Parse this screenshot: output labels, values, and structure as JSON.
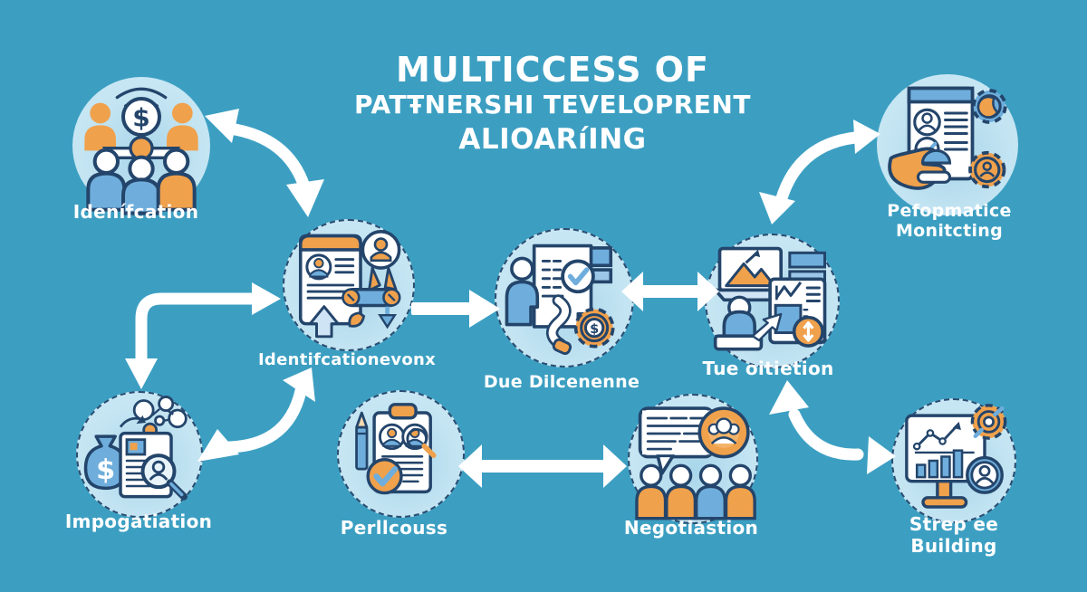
{
  "title": {
    "line1": "MULTICCESS OF",
    "line2": "PATŦNERSHI TEVELOPRENT",
    "line3": "ALIOARíING"
  },
  "nodes": [
    {
      "id": "identification",
      "label": "Idenífcation",
      "icon": "team-money-meeting-icon"
    },
    {
      "id": "performance-monitoring",
      "label": "Pefopmatice Monitcting",
      "icon": "document-hand-gears-icon"
    },
    {
      "id": "identifcationevonx",
      "label": "Identifcationevonx",
      "icon": "profile-document-badge-icon"
    },
    {
      "id": "due-diligence",
      "label": "Due Dilcenenne",
      "icon": "checklist-person-money-gear-icon"
    },
    {
      "id": "tue-oitietion",
      "label": "Tue oitietion",
      "icon": "analyst-charts-document-icon"
    },
    {
      "id": "impogatiation",
      "label": "Impogatiation",
      "icon": "moneybag-document-magnifier-icon"
    },
    {
      "id": "perllcouss",
      "label": "Perllcouss",
      "icon": "clipboard-review-check-icon"
    },
    {
      "id": "negotiastion",
      "label": "Negotiastion",
      "icon": "speech-bubble-group-icon"
    },
    {
      "id": "strep-ee-building",
      "label": "Strep ee Building",
      "icon": "dashboard-gear-avatar-icon"
    }
  ],
  "glyphs": {
    "dollar": "$"
  },
  "colors": {
    "background": "#3C9FC2",
    "outline_navy": "#24456B",
    "accent_orange": "#F0A14C",
    "figure_blue": "#6FAEDC",
    "circle_fill": "#C3E4F2",
    "arrow_white": "#FFFFFF",
    "text_white": "#FFFFFF"
  }
}
